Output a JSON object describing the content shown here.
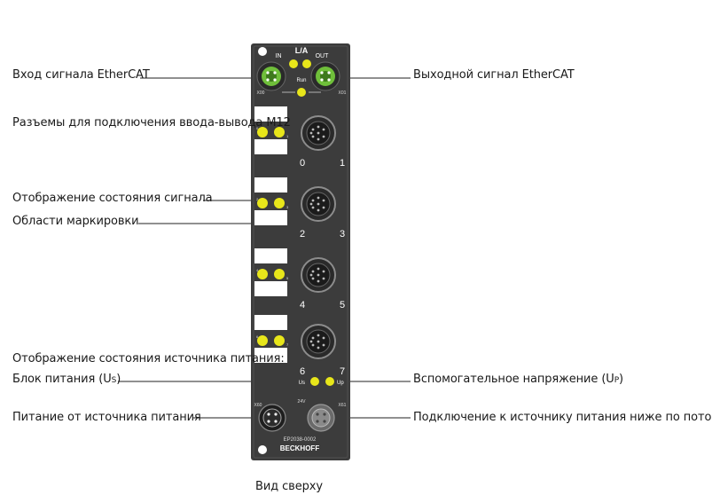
{
  "labels": {
    "ethercat_in": "Вход сигнала EtherCAT",
    "ethercat_out": "Выходной сигнал EtherCAT",
    "m12_connectors": "Разъемы для подключения ввода-вывода M12",
    "signal_status": "Отображение состояния сигнала",
    "marking_areas": "Области маркировки",
    "power_status": "Отображение состояния источника питания:",
    "power_unit_prefix": "Блок питания (U",
    "power_unit_sub": "S",
    "power_unit_suffix": ")",
    "aux_voltage_prefix": "Вспомогательное напряжение (U",
    "aux_voltage_sub": "P",
    "aux_voltage_suffix": ")",
    "power_supply_in": "Питание от источника питания",
    "power_downstream": "Подключение к источнику питания ниже по потоку",
    "caption": "Вид сверху"
  },
  "device": {
    "la_label": "L/A",
    "in_label": "IN",
    "out_label": "OUT",
    "run_label": "Run",
    "x00_label": "X00",
    "x01_label": "X01",
    "x60_label": "X60",
    "x61_label": "X61",
    "ch_numbers": [
      "0",
      "1",
      "2",
      "3",
      "4",
      "5",
      "6",
      "7"
    ],
    "led_numbers": [
      "0",
      "1",
      "2",
      "3",
      "4",
      "5",
      "6",
      "7"
    ],
    "us_label": "Us",
    "up_label": "Up",
    "model": "EP2038-0002",
    "brand": "BECKHOFF",
    "power_header": "24V",
    "colors": {
      "body": "#3c3c3c",
      "led": "#e8e61a",
      "connector_green": "#6fbf3a",
      "marking_field": "#ffffff"
    }
  }
}
